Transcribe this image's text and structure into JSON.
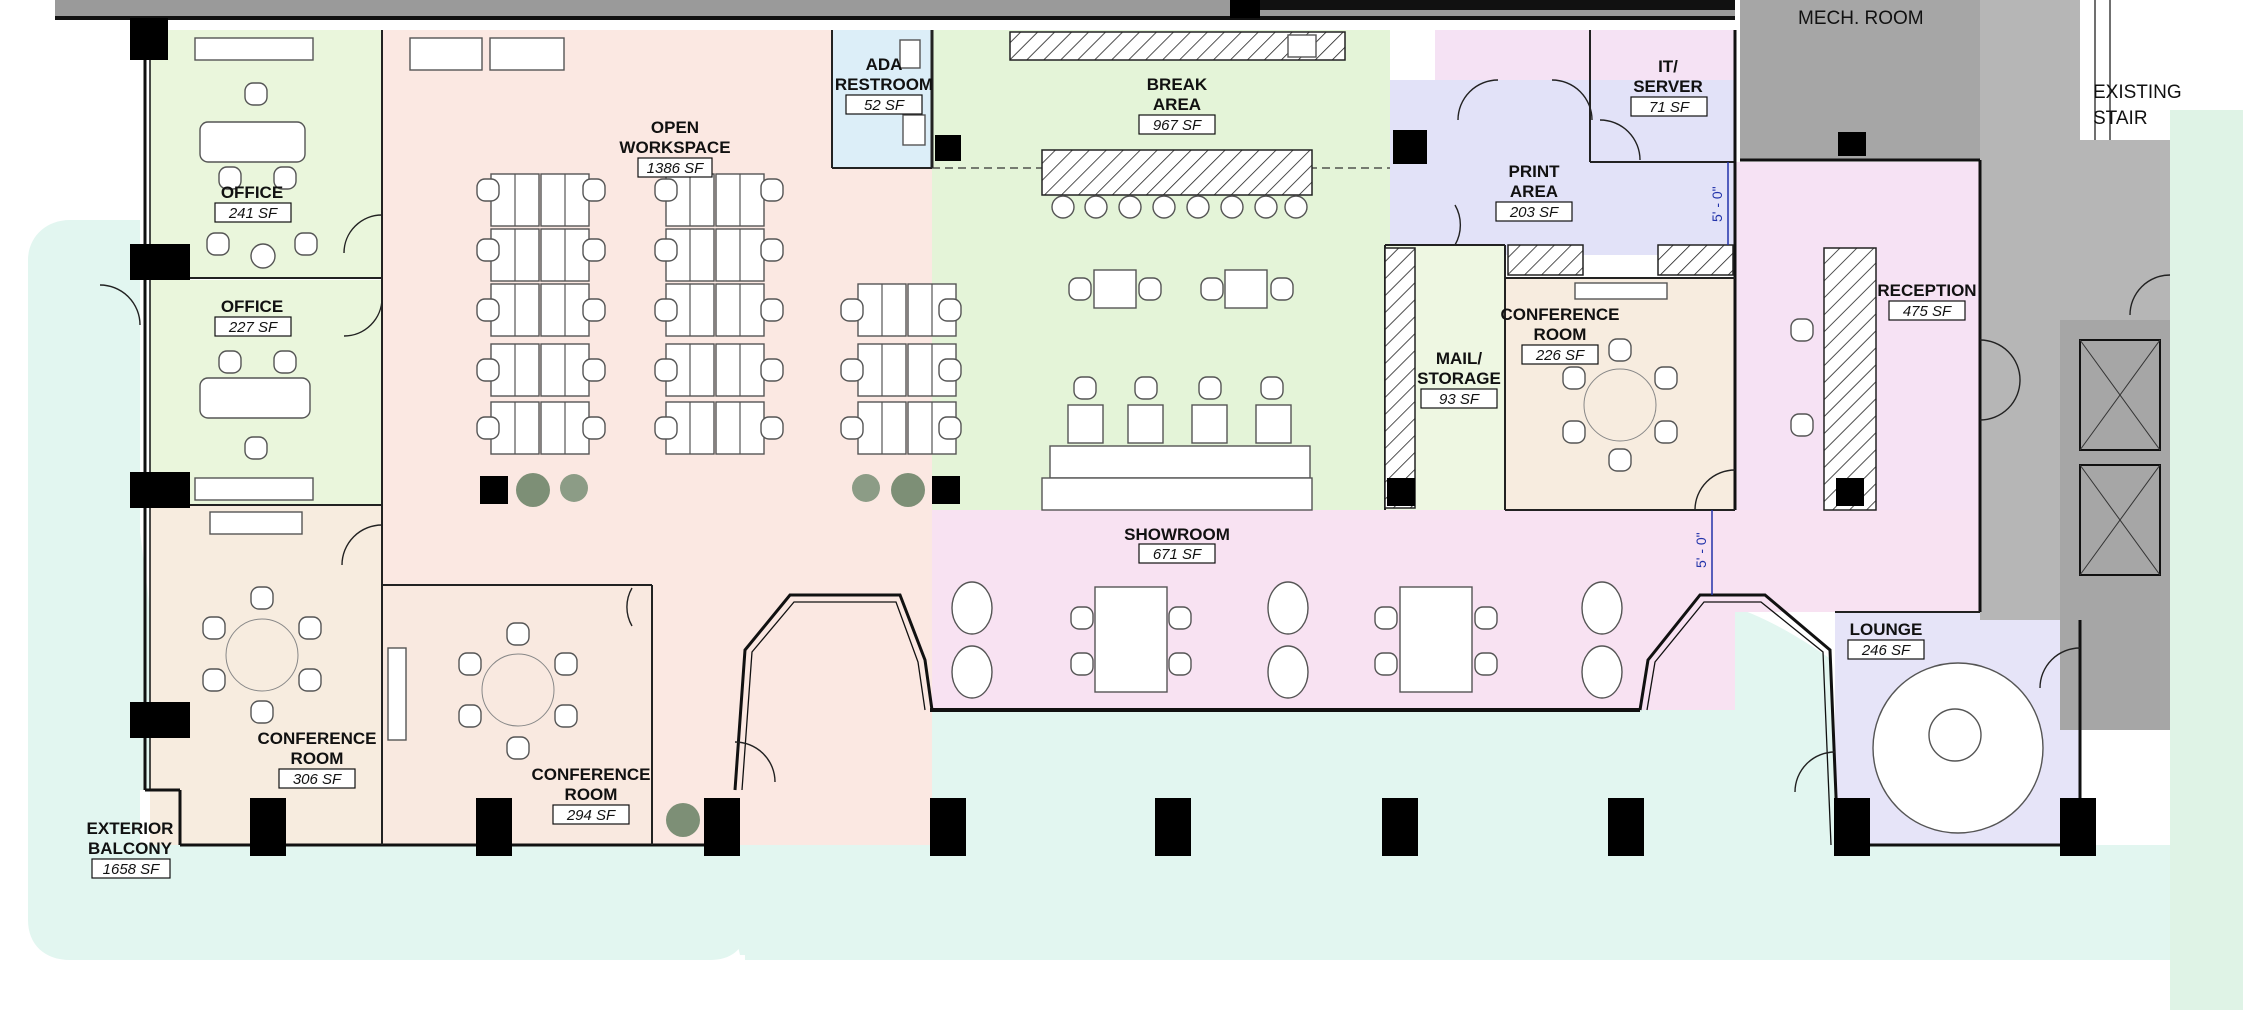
{
  "colors": {
    "office": "#eaf6dc",
    "workspace": "#fbe8e2",
    "restroom": "#dceef8",
    "break": "#e4f4d8",
    "it": "#f5e2f4",
    "print": "#e2e2f8",
    "mail": "#eef7e2",
    "conference": "#f7ecdf",
    "conference_alt": "#f9e9e0",
    "reception": "#f6e2f4",
    "showroom": "#f8e2f2",
    "lounge": "#e6e4f8",
    "balcony": "#e2f6f0",
    "mech": "#a6a6a6",
    "core": "#b6b6b6",
    "exterior_right": "#dff3e6"
  },
  "rooms": {
    "office1": {
      "name": "OFFICE",
      "area": "241 SF"
    },
    "office2": {
      "name": "OFFICE",
      "area": "227 SF"
    },
    "open_workspace": {
      "name1": "OPEN",
      "name2": "WORKSPACE",
      "area": "1386 SF"
    },
    "ada_restroom": {
      "name1": "ADA",
      "name2": "RESTROOM",
      "area": "52 SF"
    },
    "break_area": {
      "name1": "BREAK",
      "name2": "AREA",
      "area": "967 SF"
    },
    "it_server": {
      "name1": "IT/",
      "name2": "SERVER",
      "area": "71 SF"
    },
    "mech_room": {
      "name": "MECH. ROOM"
    },
    "existing_stair": {
      "name1": "EXISTING",
      "name2": "STAIR"
    },
    "print_area": {
      "name1": "PRINT",
      "name2": "AREA",
      "area": "203 SF"
    },
    "mail_storage": {
      "name1": "MAIL/",
      "name2": "STORAGE",
      "area": "93 SF"
    },
    "conference_small": {
      "name1": "CONFERENCE",
      "name2": "ROOM",
      "area": "226 SF"
    },
    "reception": {
      "name": "RECEPTION",
      "area": "475 SF"
    },
    "showroom": {
      "name": "SHOWROOM",
      "area": "671 SF"
    },
    "lounge": {
      "name": "LOUNGE",
      "area": "246 SF"
    },
    "conference_left": {
      "name1": "CONFERENCE",
      "name2": "ROOM",
      "area": "306 SF"
    },
    "conference_mid": {
      "name1": "CONFERENCE",
      "name2": "ROOM",
      "area": "294 SF"
    },
    "exterior_balcony": {
      "name1": "EXTERIOR",
      "name2": "BALCONY",
      "area": "1658 SF"
    }
  },
  "dimensions": {
    "upper": "5' - 0\"",
    "lower": "5' - 0\""
  }
}
